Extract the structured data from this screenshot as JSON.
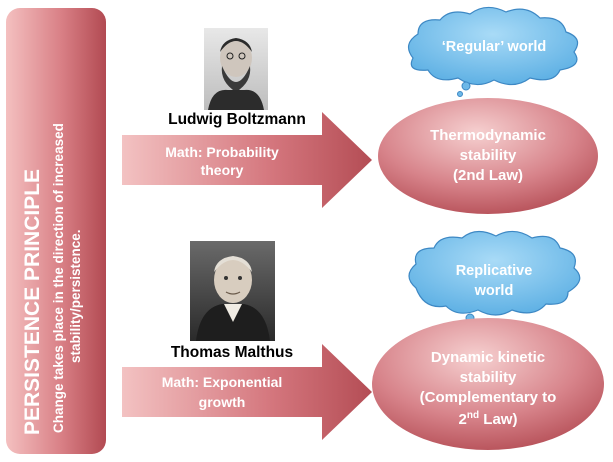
{
  "principle": {
    "title": "PERSISTENCE PRINCIPLE",
    "line1": "Change takes place in the direction of increased",
    "line2": "stability/persistence."
  },
  "rows": [
    {
      "person": "Ludwig Boltzmann",
      "portrait_icon": "boltzmann-portrait",
      "math_line1": "Math: Probability",
      "math_line2": "theory",
      "ellipse_line1": "Thermodynamic",
      "ellipse_line2": "stability",
      "ellipse_line3": "(2nd Law)",
      "cloud_line1": "‘Regular’ world",
      "cloud_line2": ""
    },
    {
      "person": "Thomas  Malthus",
      "portrait_icon": "malthus-portrait",
      "math_line1": "Math: Exponential",
      "math_line2": "growth",
      "ellipse_line1": "Dynamic kinetic",
      "ellipse_line2": "stability",
      "ellipse_line3": "(Complementary to",
      "ellipse_line4_base": "2",
      "ellipse_line4_sup": "nd",
      "ellipse_line4_rest": " Law)",
      "cloud_line1": "Replicative",
      "cloud_line2": "world"
    }
  ],
  "colors": {
    "bar_light": "#f2b8b8",
    "bar_dark": "#b24a52",
    "ellipse_light": "#f4c4c4",
    "ellipse_dark": "#c0575e",
    "cloud_fill": "#7ec3ec",
    "cloud_stroke": "#3d88c4",
    "text_white": "#ffffff"
  }
}
